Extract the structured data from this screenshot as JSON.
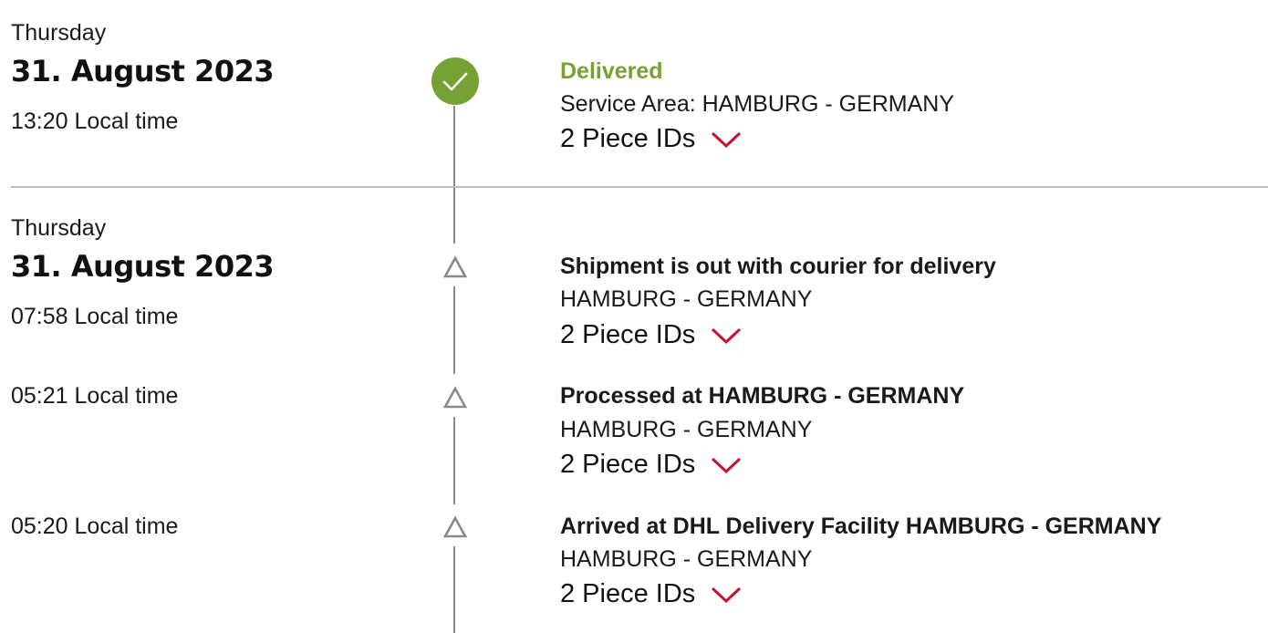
{
  "events": [
    {
      "day": "Thursday",
      "date": "31. August 2023",
      "time": "13:20 Local time",
      "status": "Delivered",
      "location": "Service Area: HAMBURG - GERMANY",
      "pieces": "2 Piece IDs",
      "icon": "check-circle-icon"
    },
    {
      "day": "Thursday",
      "date": "31. August 2023",
      "time": "07:58 Local time",
      "status": "Shipment is out with courier for delivery",
      "location": "HAMBURG - GERMANY",
      "pieces": "2 Piece IDs",
      "icon": "triangle-icon"
    },
    {
      "time": "05:21 Local time",
      "status": "Processed at HAMBURG - GERMANY",
      "location": "HAMBURG - GERMANY",
      "pieces": "2 Piece IDs",
      "icon": "triangle-icon"
    },
    {
      "time": "05:20 Local time",
      "status": "Arrived at DHL Delivery Facility HAMBURG - GERMANY",
      "location": "HAMBURG - GERMANY",
      "pieces": "2 Piece IDs",
      "icon": "triangle-icon"
    }
  ],
  "colors": {
    "delivered_green": "#76a133",
    "chevron_red": "#c8102e",
    "timeline_gray": "#8a8a8a",
    "divider_gray": "#bdbdbd"
  }
}
